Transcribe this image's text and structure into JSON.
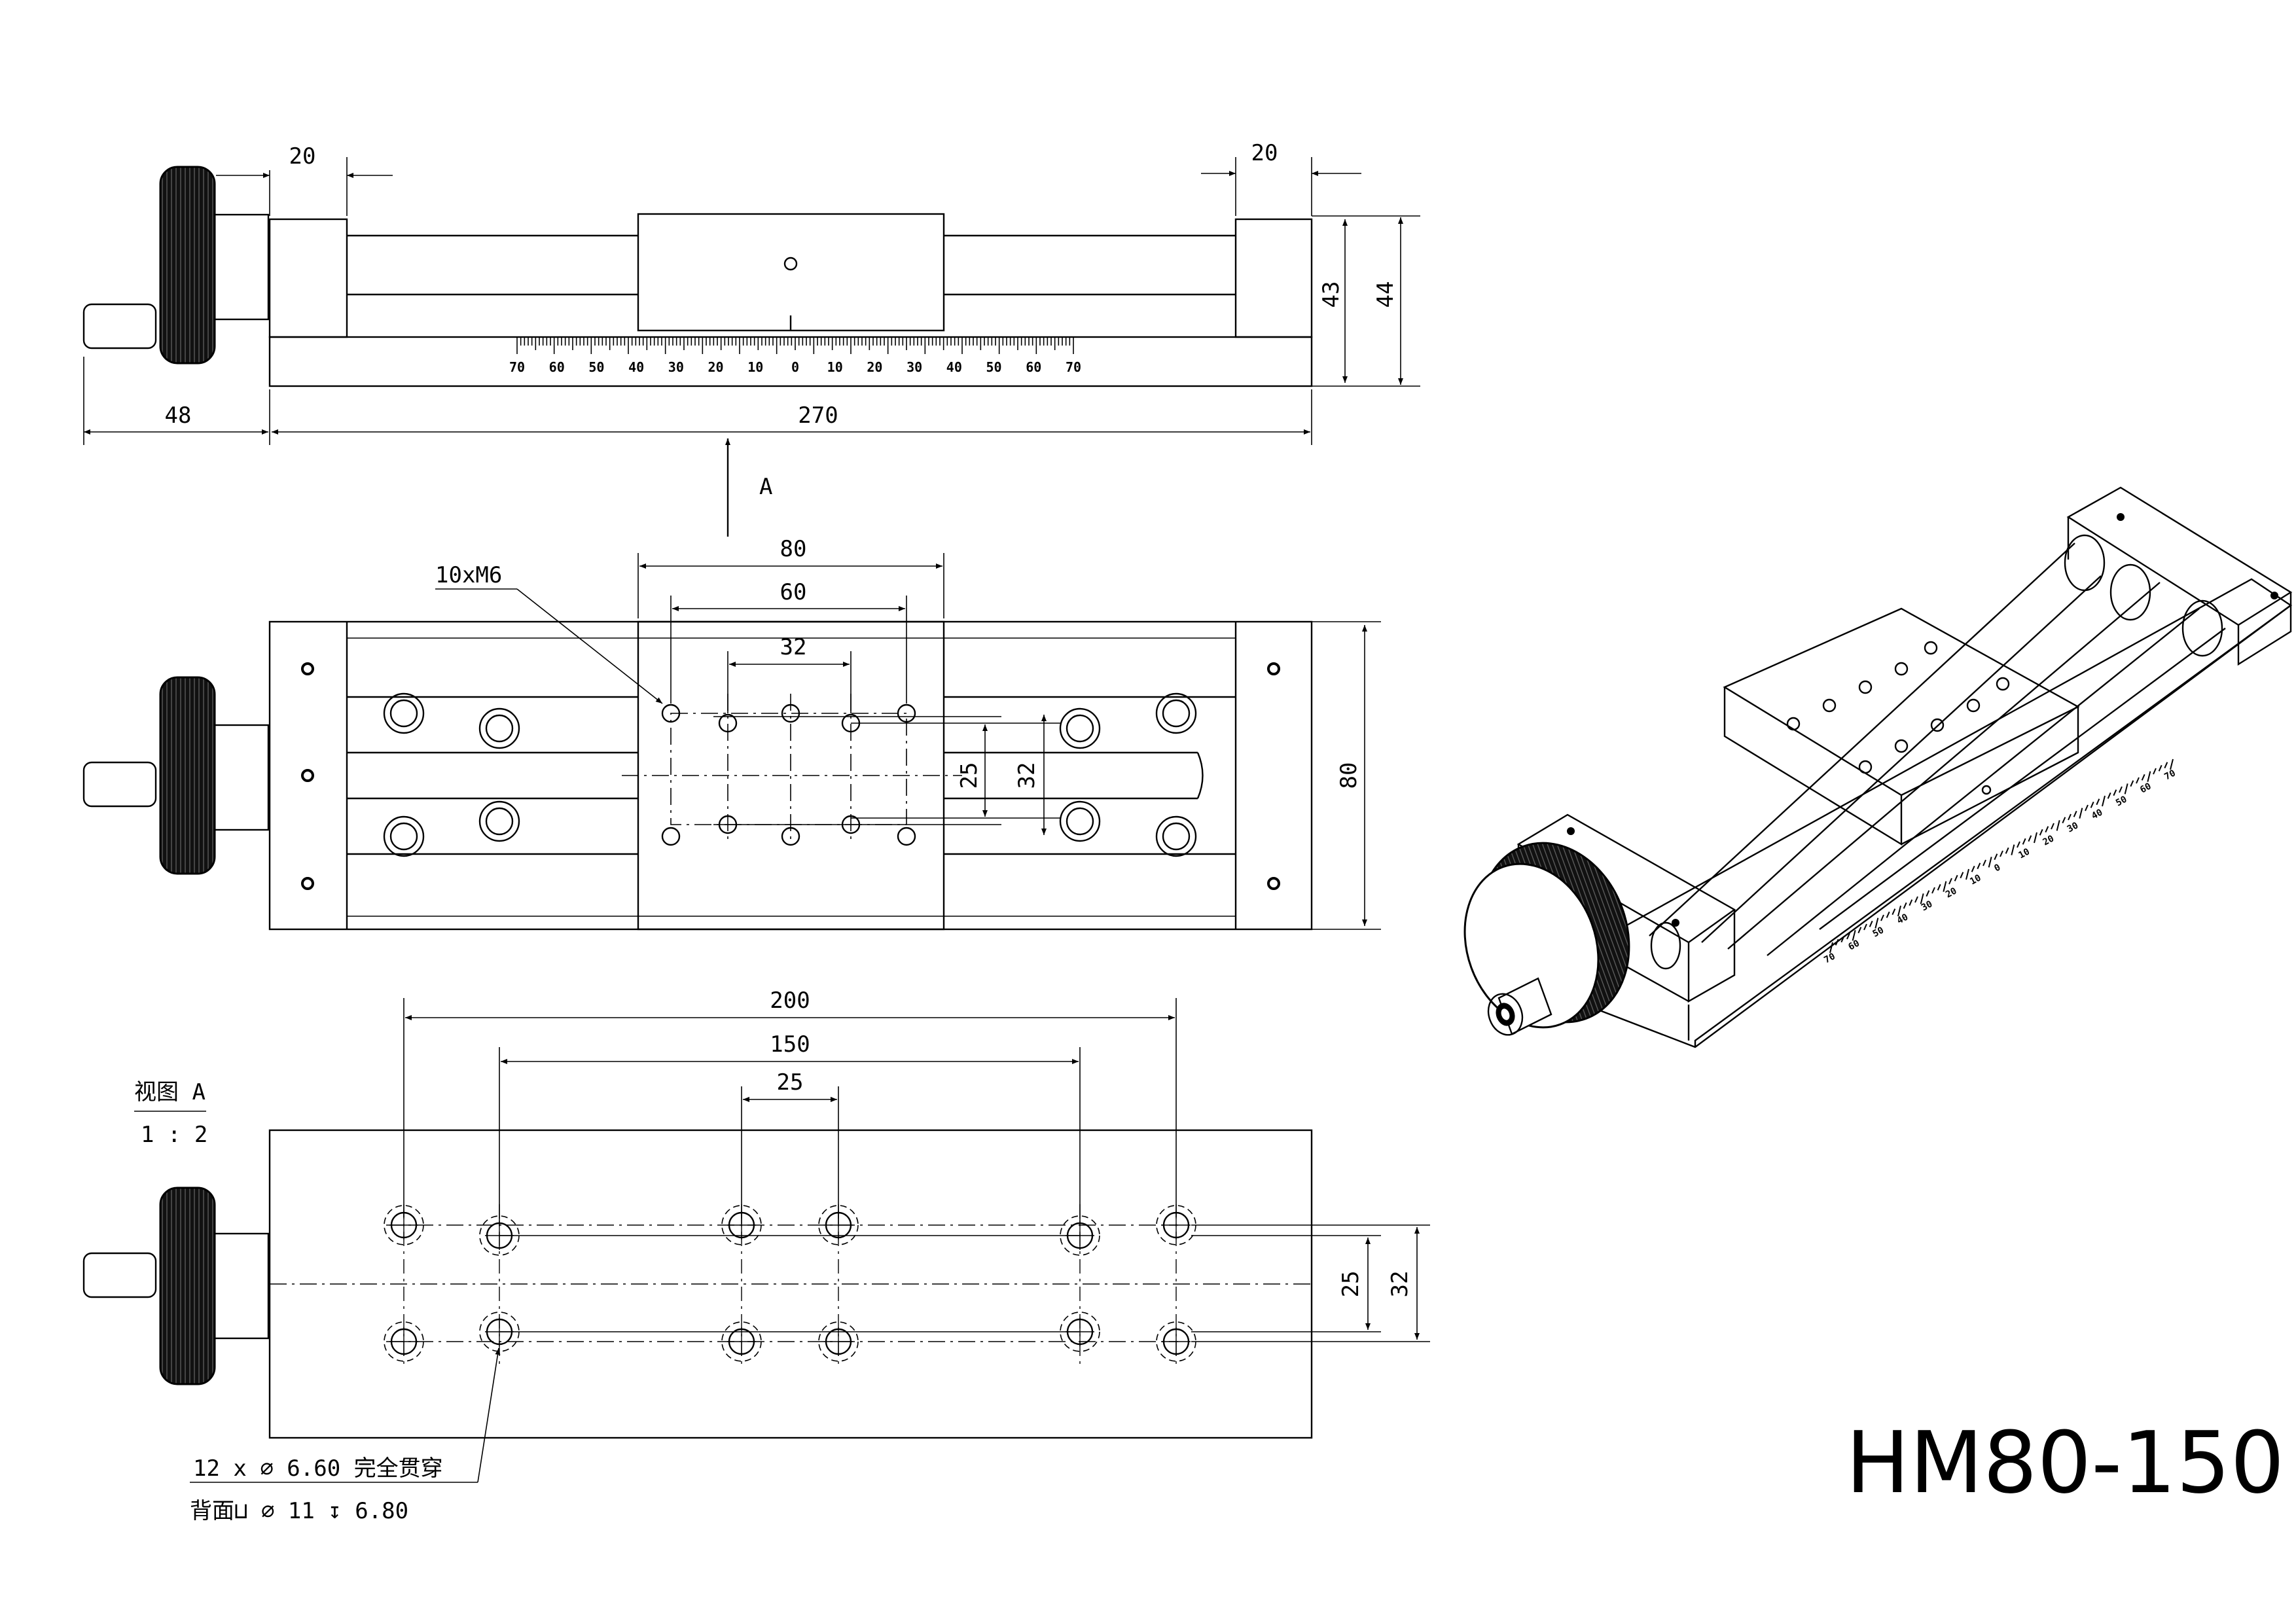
{
  "title": "HM80-150",
  "top_view": {
    "dims": {
      "left_end_width": "20",
      "right_end_width": "20",
      "height_43": "43",
      "height_44": "44",
      "knob_length": "48",
      "overall_length": "270"
    },
    "scale_labels": [
      "70",
      "60",
      "50",
      "40",
      "30",
      "20",
      "10",
      "0",
      "10",
      "20",
      "30",
      "40",
      "50",
      "60",
      "70"
    ]
  },
  "view_arrow_label": "A",
  "middle_view": {
    "dims": {
      "carriage_width": "80",
      "hole_span_60": "60",
      "hole_span_32": "32",
      "vertical_25": "25",
      "vertical_32": "32",
      "overall_width": "80"
    },
    "callout": "10xM6"
  },
  "bottom_view": {
    "view_label": "视图 A",
    "scale": "1 : 2",
    "dims": {
      "span_200": "200",
      "span_150": "150",
      "span_25": "25",
      "vertical_25": "25",
      "vertical_32": "32"
    },
    "hole_note_line1": "12 x  ∅  6.60  完全贯穿",
    "hole_note_line2": "背面⊔  ∅  11  ↧  6.80"
  },
  "iso_scale_labels": [
    "70",
    "60",
    "50",
    "40",
    "30",
    "20",
    "10",
    "0",
    "10",
    "20",
    "30",
    "40",
    "50",
    "60",
    "70"
  ]
}
